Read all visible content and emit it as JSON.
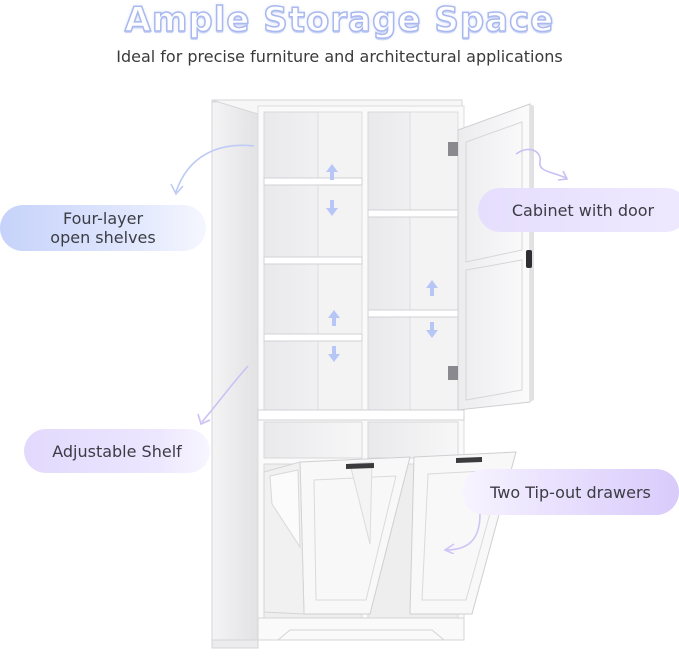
{
  "header": {
    "title": "Ample Storage Space",
    "subtitle": "Ideal for precise furniture and architectural applications"
  },
  "callouts": {
    "four_layer_line1": "Four-layer",
    "four_layer_line2": "open shelves",
    "cabinet_door": "Cabinet with door",
    "adjustable_shelf": "Adjustable Shelf",
    "tip_out": "Two Tip-out drawers"
  },
  "colors": {
    "title_outline": "#a9b8ee",
    "pill_blue": "#c6d2fa",
    "pill_lavender": "#e6defd",
    "cabinet_white": "#ffffff",
    "cabinet_shadow": "#e4e4e6"
  },
  "icons": [
    "curved-arrow-icon",
    "up-arrow-icon",
    "down-arrow-icon",
    "drawer-handle-icon",
    "door-hinge-icon",
    "door-knob-icon"
  ]
}
